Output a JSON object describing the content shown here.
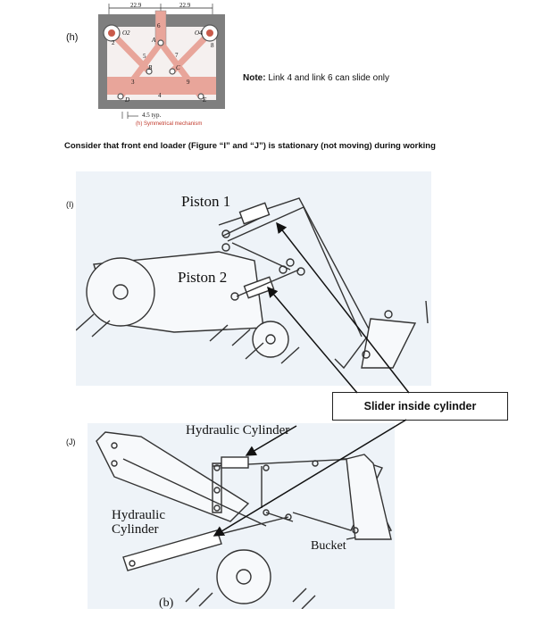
{
  "fig_h": {
    "label": "(h)",
    "dim_left": "22.9",
    "dim_right": "22.9",
    "dim_bottom": "4.5 typ.",
    "caption": "(h) Symmetrical mechanism",
    "pin_labels": [
      "O2",
      "O4",
      "A",
      "B",
      "C",
      "D",
      "E"
    ],
    "link_numbers": [
      "2",
      "3",
      "4",
      "5",
      "6",
      "7",
      "8",
      "9"
    ]
  },
  "note": {
    "prefix": "Note:",
    "text": " Link 4 and link 6 can slide only"
  },
  "instruction": "Consider that front end loader (Figure “I” and “J”) is stationary (not moving) during working",
  "fig_i": {
    "label": "(I)",
    "piston1": "Piston 1",
    "piston2": "Piston 2"
  },
  "callout": "Slider inside cylinder",
  "fig_j": {
    "label": "(J)",
    "hyd_top": "Hydraulic Cylinder",
    "hyd_left_1": "Hydraulic",
    "hyd_left_2": "Cylinder",
    "bucket": "Bucket",
    "sub": "(b)"
  },
  "colors": {
    "link_pink": "#e8a59a",
    "frame_grey": "#7f7f7f",
    "panel_bg": "#eef3f8",
    "caption_red": "#c0392b"
  }
}
